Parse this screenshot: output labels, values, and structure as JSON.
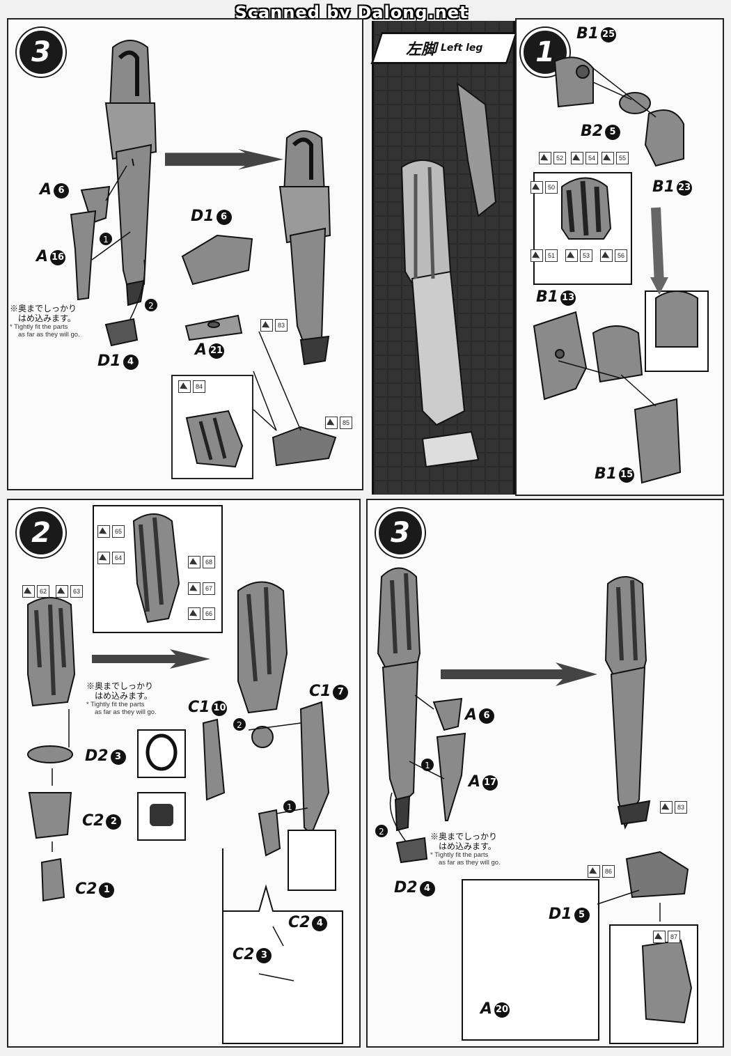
{
  "header": {
    "watermark": "Scanned by Dalong.net"
  },
  "section": {
    "title_jp": "左脚",
    "title_en": "Left leg"
  },
  "panel_top_left": {
    "step": "3",
    "parts": [
      {
        "letter": "A",
        "num": "6"
      },
      {
        "letter": "A",
        "num": "16"
      },
      {
        "letter": "D",
        "num": "4",
        "prefix": "1"
      },
      {
        "letter": "D1",
        "num": "6"
      },
      {
        "letter": "A",
        "num": "21"
      }
    ],
    "order_marks": [
      "1",
      "2"
    ],
    "note_jp": [
      "※奥までしっかり",
      "はめ込みます。"
    ],
    "note_en": [
      "* Tightly fit the parts",
      "as far as they will go."
    ],
    "stickers": [
      "83",
      "84",
      "85"
    ]
  },
  "panel_top_right": {
    "step": "1",
    "parts": [
      {
        "letter": "B1",
        "num": "25"
      },
      {
        "letter": "B2",
        "num": "5"
      },
      {
        "letter": "B1",
        "num": "23"
      },
      {
        "letter": "B1",
        "num": "13"
      },
      {
        "letter": "B1",
        "num": "15"
      }
    ],
    "stickers": [
      "52",
      "54",
      "55",
      "50",
      "51",
      "53",
      "56"
    ]
  },
  "panel_bottom_left": {
    "step": "2",
    "parts": [
      {
        "letter": "D2",
        "num": "3"
      },
      {
        "letter": "C2",
        "num": "2"
      },
      {
        "letter": "C2",
        "num": "1"
      },
      {
        "letter": "C1",
        "num": "10"
      },
      {
        "letter": "C1",
        "num": "7"
      },
      {
        "letter": "C2",
        "num": "4"
      },
      {
        "letter": "C2",
        "num": "3"
      }
    ],
    "order_marks": [
      "2",
      "1"
    ],
    "note_jp": [
      "※奥までしっかり",
      "はめ込みます。"
    ],
    "note_en": [
      "* Tightly fit the parts",
      "as far as they will go."
    ],
    "stickers": [
      "65",
      "64",
      "68",
      "67",
      "66",
      "62",
      "63"
    ]
  },
  "panel_bottom_right": {
    "step": "3",
    "parts": [
      {
        "letter": "A",
        "num": "6"
      },
      {
        "letter": "A",
        "num": "17"
      },
      {
        "letter": "D2",
        "num": "4"
      },
      {
        "letter": "D1",
        "num": "5"
      },
      {
        "letter": "A",
        "num": "20"
      }
    ],
    "order_marks": [
      "1",
      "2"
    ],
    "note_jp": [
      "※奥までしっかり",
      "はめ込みます。"
    ],
    "note_en": [
      "* Tightly fit the parts",
      "as far as they will go."
    ],
    "stickers": [
      "83",
      "86",
      "87"
    ]
  },
  "colors": {
    "ink": "#111111",
    "part_fill": "#8a8a8a",
    "part_dark": "#3a3a3a",
    "paper": "#fbfbfb"
  }
}
